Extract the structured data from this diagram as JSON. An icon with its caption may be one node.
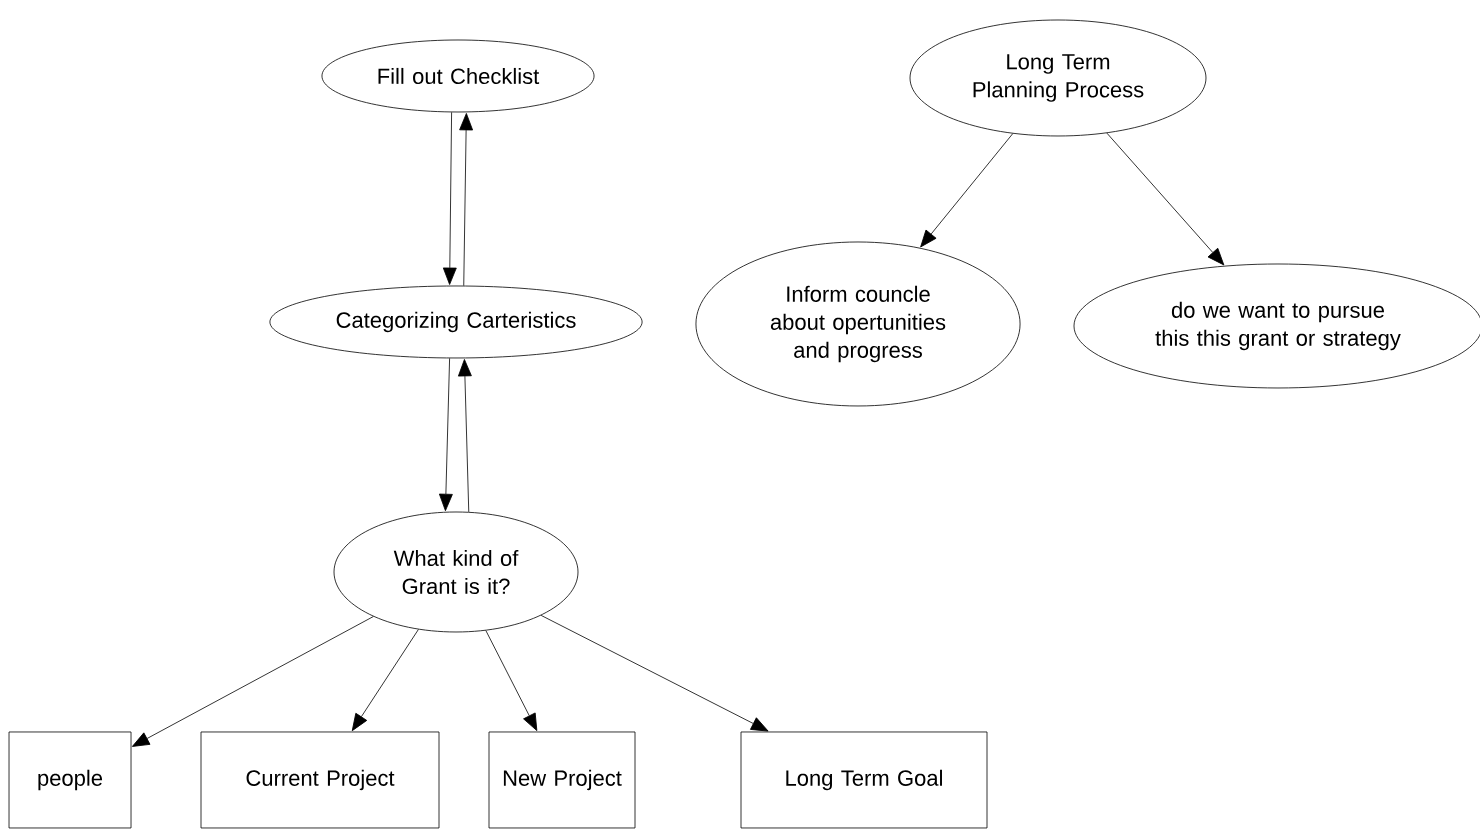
{
  "diagram": {
    "nodes": [
      {
        "text": [
          "Fill out Checklist"
        ]
      },
      {
        "text": [
          "Categorizing Carteristics"
        ]
      },
      {
        "text": [
          "What kind of Grant is it?"
        ]
      },
      {
        "text": [
          "people"
        ]
      },
      {
        "text": [
          "Current Project"
        ]
      },
      {
        "text": [
          "New Project"
        ]
      },
      {
        "text": [
          "Long Term Goal"
        ]
      },
      {
        "text": [
          "Long Term Planning Process"
        ]
      },
      {
        "text": [
          "Inform councle about opertunities and progress"
        ]
      },
      {
        "text": [
          "do we want to pursue this this grant or strategy"
        ]
      }
    ],
    "edges": [
      {
        "from": 0,
        "to": 1,
        "arrow": "to"
      },
      {
        "from": 1,
        "to": 0,
        "arrow": "to"
      },
      {
        "from": 1,
        "to": 2,
        "arrow": "to"
      },
      {
        "from": 2,
        "to": 1,
        "arrow": "to"
      },
      {
        "from": 2,
        "to": 3,
        "arrow": "to"
      },
      {
        "from": 2,
        "to": 4,
        "arrow": "to"
      },
      {
        "from": 2,
        "to": 5,
        "arrow": "to"
      },
      {
        "from": 2,
        "to": 6,
        "arrow": "to"
      },
      {
        "from": 7,
        "to": 8,
        "arrow": "to"
      },
      {
        "from": 7,
        "to": 9,
        "arrow": "to"
      }
    ]
  }
}
